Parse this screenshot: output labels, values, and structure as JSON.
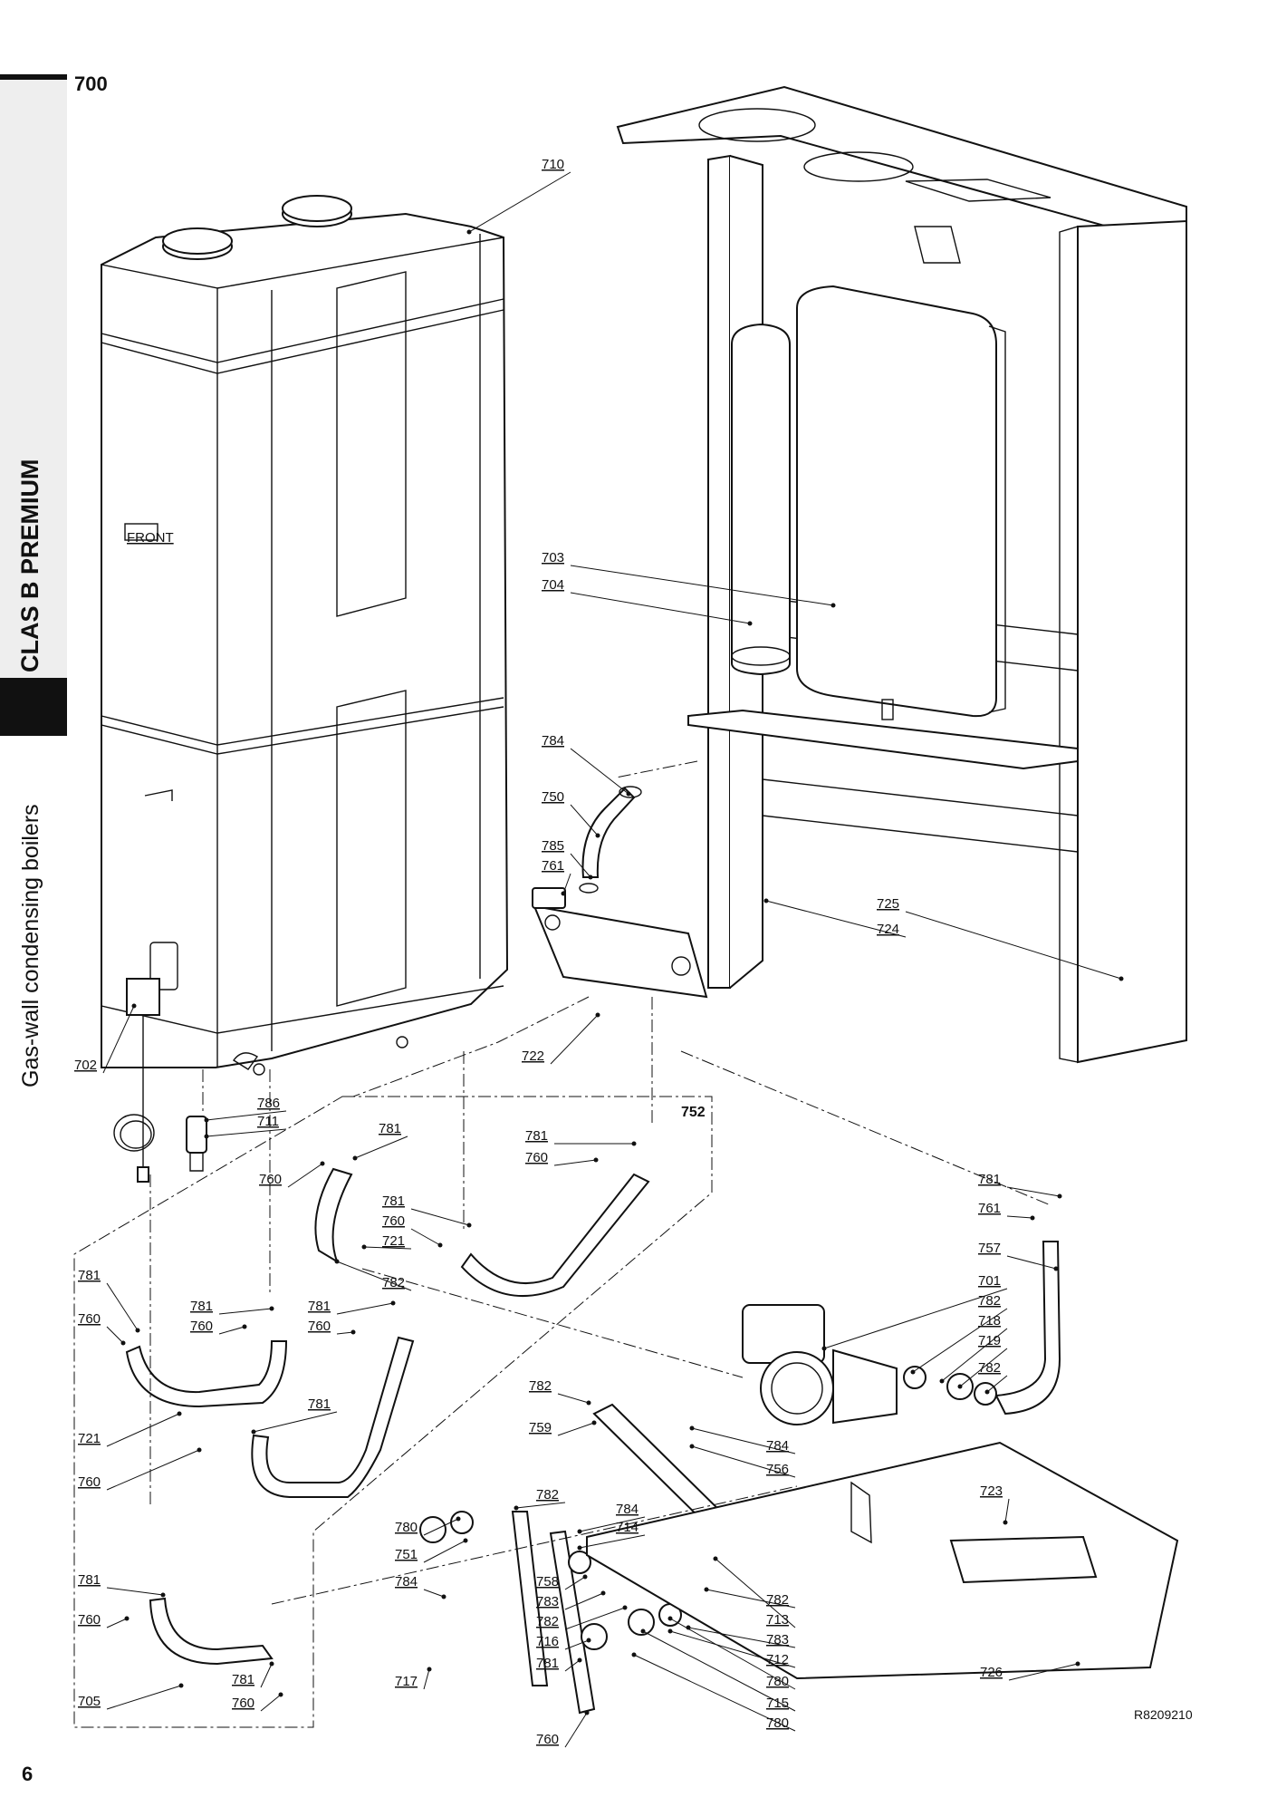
{
  "section": "700",
  "brand": "CLAS B PREMIUM",
  "subtitle": "Gas-wall condensing boilers",
  "page_number": "6",
  "drawing_ref": "R8209210",
  "casing_label": "FRONT",
  "group_label": "752",
  "labels": [
    {
      "id": "l710",
      "text": "710"
    },
    {
      "id": "l703",
      "text": "703"
    },
    {
      "id": "l704",
      "text": "704"
    },
    {
      "id": "l784a",
      "text": "784"
    },
    {
      "id": "l750",
      "text": "750"
    },
    {
      "id": "l785",
      "text": "785"
    },
    {
      "id": "l761a",
      "text": "761"
    },
    {
      "id": "l725",
      "text": "725"
    },
    {
      "id": "l724",
      "text": "724"
    },
    {
      "id": "l702",
      "text": "702"
    },
    {
      "id": "l722",
      "text": "722"
    },
    {
      "id": "l786",
      "text": "786"
    },
    {
      "id": "l711",
      "text": "711"
    },
    {
      "id": "l781a",
      "text": "781"
    },
    {
      "id": "l760a",
      "text": "760"
    },
    {
      "id": "l781b",
      "text": "781"
    },
    {
      "id": "l760b",
      "text": "760"
    },
    {
      "id": "l781c",
      "text": "781"
    },
    {
      "id": "l760c",
      "text": "760"
    },
    {
      "id": "l721a",
      "text": "721"
    },
    {
      "id": "l782a",
      "text": "782"
    },
    {
      "id": "l781d",
      "text": "781"
    },
    {
      "id": "l760d",
      "text": "760"
    },
    {
      "id": "l781e",
      "text": "781"
    },
    {
      "id": "l760e",
      "text": "760"
    },
    {
      "id": "l781f",
      "text": "781"
    },
    {
      "id": "l760f",
      "text": "760"
    },
    {
      "id": "l721b",
      "text": "721"
    },
    {
      "id": "l781g",
      "text": "781"
    },
    {
      "id": "l760g",
      "text": "760"
    },
    {
      "id": "l781h",
      "text": "781"
    },
    {
      "id": "l760h",
      "text": "760"
    },
    {
      "id": "l705",
      "text": "705"
    },
    {
      "id": "l781i",
      "text": "781"
    },
    {
      "id": "l760i",
      "text": "760"
    },
    {
      "id": "l781j",
      "text": "781"
    },
    {
      "id": "l761b",
      "text": "761"
    },
    {
      "id": "l757",
      "text": "757"
    },
    {
      "id": "l701",
      "text": "701"
    },
    {
      "id": "l782b",
      "text": "782"
    },
    {
      "id": "l718",
      "text": "718"
    },
    {
      "id": "l719",
      "text": "719"
    },
    {
      "id": "l782c",
      "text": "782"
    },
    {
      "id": "l782d",
      "text": "782"
    },
    {
      "id": "l759",
      "text": "759"
    },
    {
      "id": "l784b",
      "text": "784"
    },
    {
      "id": "l756",
      "text": "756"
    },
    {
      "id": "l723",
      "text": "723"
    },
    {
      "id": "l782e",
      "text": "782"
    },
    {
      "id": "l784c",
      "text": "784"
    },
    {
      "id": "l714",
      "text": "714"
    },
    {
      "id": "l780a",
      "text": "780"
    },
    {
      "id": "l751",
      "text": "751"
    },
    {
      "id": "l784d",
      "text": "784"
    },
    {
      "id": "l758",
      "text": "758"
    },
    {
      "id": "l783a",
      "text": "783"
    },
    {
      "id": "l782f",
      "text": "782"
    },
    {
      "id": "l716",
      "text": "716"
    },
    {
      "id": "l781k",
      "text": "781"
    },
    {
      "id": "l717",
      "text": "717"
    },
    {
      "id": "l782g",
      "text": "782"
    },
    {
      "id": "l713",
      "text": "713"
    },
    {
      "id": "l783b",
      "text": "783"
    },
    {
      "id": "l712",
      "text": "712"
    },
    {
      "id": "l780b",
      "text": "780"
    },
    {
      "id": "l715",
      "text": "715"
    },
    {
      "id": "l780c",
      "text": "780"
    },
    {
      "id": "l760j",
      "text": "760"
    },
    {
      "id": "l726",
      "text": "726"
    }
  ]
}
